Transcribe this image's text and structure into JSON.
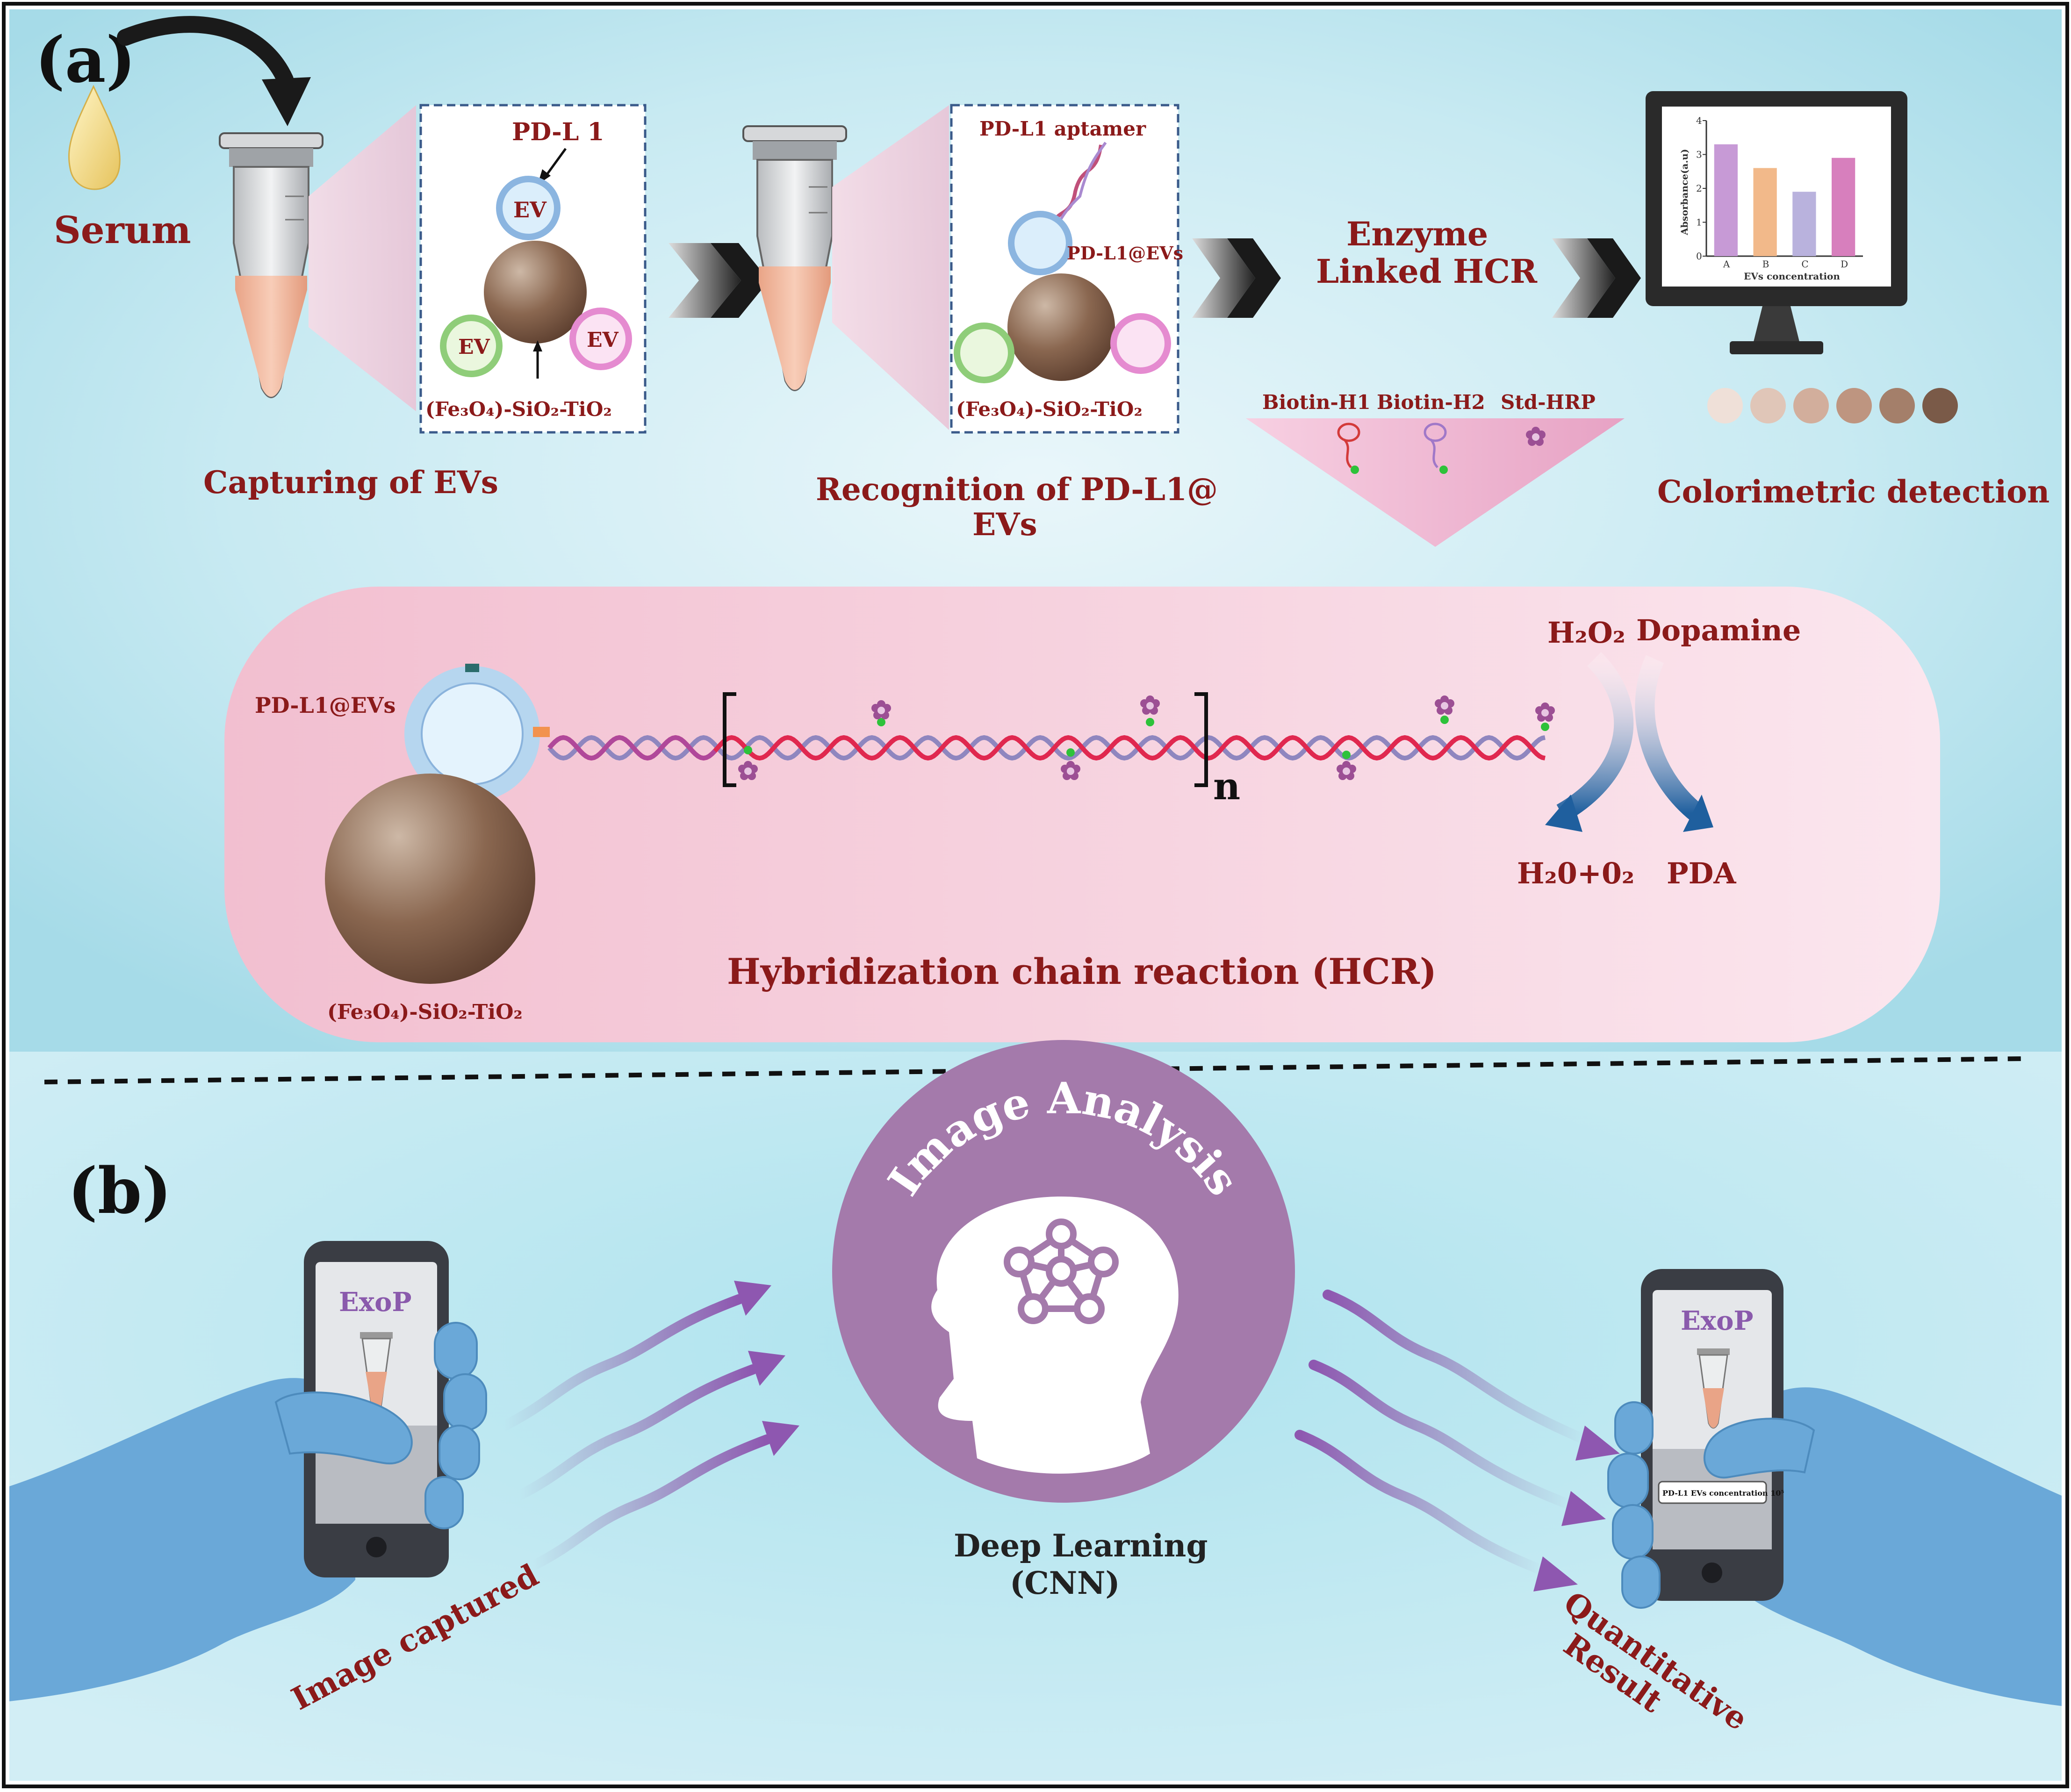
{
  "panel_a": {
    "label": "(a)",
    "serum": "Serum",
    "box1": {
      "pdl1": "PD-L 1",
      "ev": "EV",
      "particle": "(Fe₃O₄)-SiO₂-TiO₂"
    },
    "capturing": "Capturing of EVs",
    "box2": {
      "aptamer": "PD-L1 aptamer",
      "pdl1_evs": "PD-L1@EVs",
      "particle": "(Fe₃O₄)-SiO₂-TiO₂"
    },
    "recognition_1": "Recognition of PD-L1@",
    "recognition_2": "EVs",
    "enzyme_1": "Enzyme",
    "enzyme_2": "Linked HCR",
    "reagents": {
      "h1": "Biotin-H1",
      "h2": "Biotin-H2",
      "hrp": "Std-HRP"
    },
    "colorimetric": "Colorimetric detection",
    "chart_data": {
      "type": "bar",
      "categories": [
        "A",
        "B",
        "C",
        "D"
      ],
      "values": [
        3.3,
        2.6,
        1.9,
        2.9
      ],
      "ylabel": "Absorbance(a.u)",
      "xlabel": "EVs concentration",
      "ylim": [
        0,
        4
      ],
      "yticks": [
        "0",
        "1",
        "2",
        "3",
        "4"
      ],
      "colors": [
        "#c79ad6",
        "#f2b98a",
        "#b9b2dd",
        "#d77fbd"
      ]
    },
    "swatches": [
      "#efe0d8",
      "#e0c6b8",
      "#d2ae9c",
      "#be9580",
      "#a47f6a",
      "#7a5a48"
    ],
    "hcr": {
      "pdl1_evs": "PD-L1@EVs",
      "particle": "(Fe₃O₄)-SiO₂-TiO₂",
      "n": "n",
      "h2o2": "H₂O₂",
      "dopamine": "Dopamine",
      "h2o_o2": "H₂0+0₂",
      "pda": "PDA",
      "title": "Hybridization chain reaction (HCR)"
    }
  },
  "panel_b": {
    "label": "(b)",
    "image_analysis": "Image Analysis",
    "deep_learning_1": "Deep Learning",
    "deep_learning_2": "(CNN)",
    "app_name_left": "ExoP",
    "app_name_right": "ExoP",
    "result_screen": "PD-L1 EVs concentration 10⁵",
    "image_captured": "Image captured",
    "quantitative_1": "Quantitative",
    "quantitative_2": "Result"
  },
  "colors": {
    "label_red": "#8b1a1a",
    "brain_purple": "#a47aab",
    "glove_blue": "#6aa8d8"
  }
}
